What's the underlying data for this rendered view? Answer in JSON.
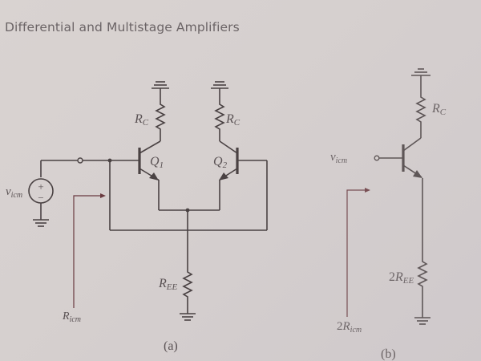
{
  "header": {
    "title": "Differential and Multistage Amplifiers"
  },
  "figure_a": {
    "caption": "(a)",
    "labels": {
      "rc_left": {
        "main": "R",
        "sub": "C"
      },
      "rc_right": {
        "main": "R",
        "sub": "C"
      },
      "q1": {
        "main": "Q",
        "sub": "1"
      },
      "q2": {
        "main": "Q",
        "sub": "2"
      },
      "source": {
        "main": "v",
        "sub": "icm"
      },
      "ree": {
        "main": "R",
        "sub": "EE"
      },
      "ricm": {
        "main": "R",
        "sub": "icm"
      },
      "plus": "+",
      "minus": "−"
    }
  },
  "figure_b": {
    "caption": "(b)",
    "labels": {
      "rc": {
        "main": "R",
        "sub": "C"
      },
      "input": {
        "main": "v",
        "sub": "icm"
      },
      "ree": {
        "prefix": "2",
        "main": "R",
        "sub": "EE"
      },
      "ricm": {
        "prefix": "2",
        "main": "R",
        "sub": "icm"
      }
    }
  },
  "colors": {
    "ink": "#4a4243",
    "arrow": "#6a3a40",
    "paper": "#d6d0cf"
  }
}
